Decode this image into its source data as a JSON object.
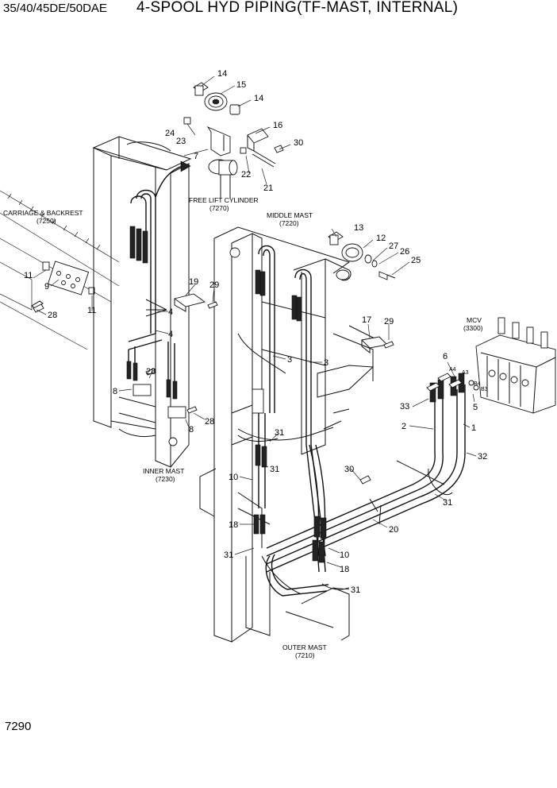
{
  "header": {
    "model": "35/40/45DE/50DAE",
    "title": "4-SPOOL HYD PIPING(TF-MAST, INTERNAL)"
  },
  "page_number": "7290",
  "assemblies": {
    "carriage": {
      "name": "CARRIAGE & BACKREST",
      "code": "(7250)"
    },
    "free_lift": {
      "name": "FREE LIFT CYLINDER",
      "code": "(7270)"
    },
    "middle_mast": {
      "name": "MIDDLE MAST",
      "code": "(7220)"
    },
    "inner_mast": {
      "name": "INNER MAST",
      "code": "(7230)"
    },
    "outer_mast": {
      "name": "OUTER MAST",
      "code": "(7210)"
    },
    "mcv": {
      "name": "MCV",
      "code": "(3300)"
    }
  },
  "port_labels": {
    "a4": "A4",
    "a3": "A3",
    "b4": "B4",
    "b3": "B3"
  },
  "callouts": {
    "c14a": "14",
    "c15": "15",
    "c14b": "14",
    "c16": "16",
    "c24": "24",
    "c23": "23",
    "c7": "7",
    "c30a": "30",
    "c22": "22",
    "c21": "21",
    "c13": "13",
    "c12": "12",
    "c27": "27",
    "c26": "26",
    "c25": "25",
    "c11a": "11",
    "c9": "9",
    "c11b": "11",
    "c28a": "28",
    "c19": "19",
    "c29a": "29",
    "c4a": "4",
    "c4b": "4",
    "c3a": "3",
    "c3b": "3",
    "c17": "17",
    "c29b": "29",
    "c6": "6",
    "c5": "5",
    "c33": "33",
    "c2": "2",
    "c1": "1",
    "c32": "32",
    "c28b": "28",
    "c8a": "8",
    "c28c": "28",
    "c8b": "8",
    "c31a": "31",
    "c31b": "31",
    "c10a": "10",
    "c30b": "30",
    "c31c": "31",
    "c20": "20",
    "c18a": "18",
    "c31d": "31",
    "c10b": "10",
    "c18b": "18",
    "c31e": "31"
  }
}
